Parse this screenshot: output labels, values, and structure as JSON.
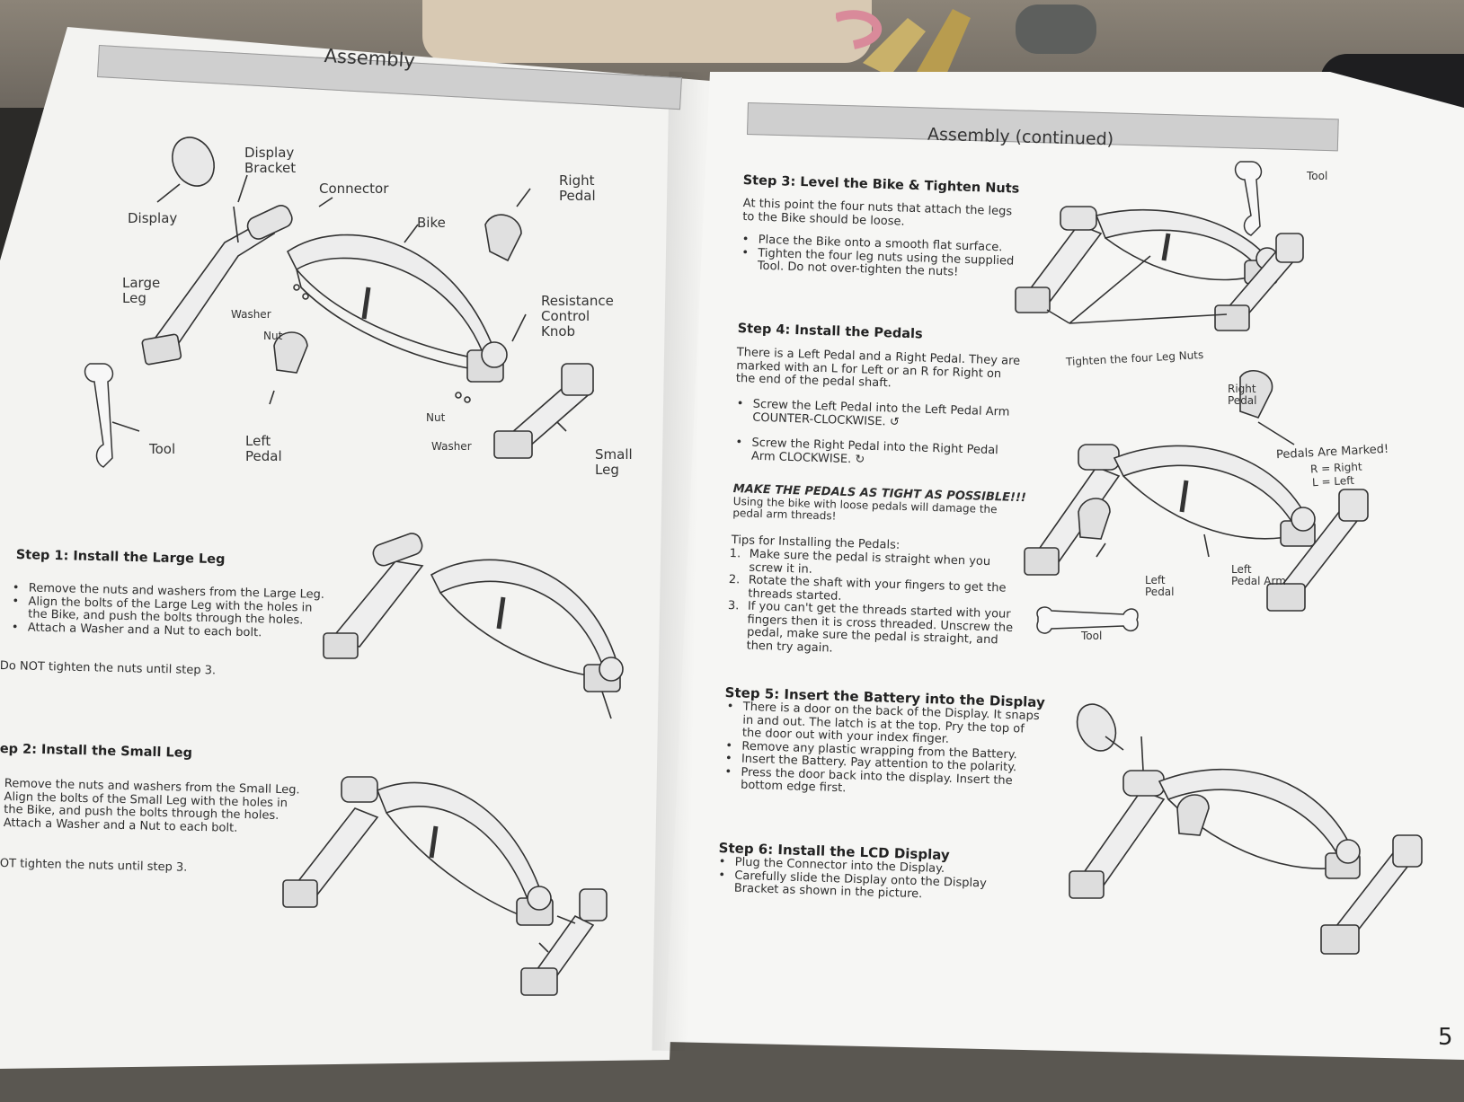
{
  "left_page": {
    "header": "Assembly",
    "diagram_labels": {
      "display": "Display",
      "display_bracket": "Display\nBracket",
      "connector": "Connector",
      "right_pedal": "Right\nPedal",
      "bike": "Bike",
      "large_leg": "Large\nLeg",
      "washer_1": "Washer",
      "nut_1": "Nut",
      "resistance_knob": "Resistance\nControl\nKnob",
      "nut_2": "Nut",
      "washer_2": "Washer",
      "small_leg": "Small\nLeg",
      "tool": "Tool",
      "left_pedal": "Left\nPedal"
    },
    "step1": {
      "title": "Step 1: Install the Large Leg",
      "bullets": [
        "Remove the nuts and washers from the Large Leg.",
        "Align the bolts of the Large Leg with the holes in the Bike, and push the bolts through the holes.",
        "Attach a Washer and a Nut to each bolt."
      ],
      "note": "Do NOT tighten the nuts until step 3."
    },
    "step2": {
      "title": "ep 2: Install the Small Leg",
      "lines": [
        "Remove the nuts and washers from the Small Leg.",
        "Align the bolts of the Small Leg with the holes in",
        "the Bike, and push the bolts through the holes.",
        "Attach a Washer and a Nut to each bolt."
      ],
      "note": "OT tighten the nuts until step 3."
    }
  },
  "right_page": {
    "header": "Assembly (continued)",
    "page_number": "5",
    "step3": {
      "title": "Step 3: Level the Bike & Tighten Nuts",
      "intro": "At this point the four nuts that attach the legs to the Bike should be loose.",
      "bullets": [
        "Place the Bike onto a smooth flat surface.",
        "Tighten the four leg nuts using the supplied Tool. Do not over-tighten the nuts!"
      ],
      "tool_label": "Tool",
      "legnuts_label": "Tighten the four Leg Nuts"
    },
    "step4": {
      "title": "Step 4: Install the Pedals",
      "intro": "There is a Left Pedal and a Right Pedal. They are marked with an L for Left or an R for Right on the end of the pedal shaft.",
      "bullets": [
        "Screw the Left Pedal into the Left Pedal Arm COUNTER-CLOCKWISE.",
        "Screw the Right Pedal into the Right Pedal Arm CLOCKWISE."
      ],
      "warning_title": "MAKE THE PEDALS AS TIGHT AS POSSIBLE!!!",
      "warning_text": "Using the bike with loose pedals will damage the pedal arm threads!",
      "tips_title": "Tips for Installing the Pedals:",
      "tips": [
        "Make sure the pedal is straight when you screw it in.",
        "Rotate the shaft with your fingers to get the threads started.",
        "If you can't get the threads started with your fingers then it is cross threaded. Unscrew the pedal, make sure the pedal is straight, and then try again."
      ],
      "labels": {
        "right_pedal": "Right\nPedal",
        "pedals_marked": "Pedals Are Marked!",
        "r_right": "R = Right",
        "l_left": "L = Left",
        "left_pedal": "Left\nPedal",
        "left_pedal_arm": "Left\nPedal Arm",
        "tool": "Tool"
      }
    },
    "step5": {
      "title": "Step 5: Insert the Battery into the Display",
      "bullets": [
        "There is a door on the back of the Display. It snaps in and out. The latch is at the top. Pry the top of the door out with your index finger.",
        "Remove any plastic wrapping from the Battery.",
        "Insert the Battery. Pay attention to the polarity.",
        "Press the door back into the display. Insert the bottom edge first."
      ]
    },
    "step6": {
      "title": "Step 6: Install the LCD Display",
      "bullets": [
        "Plug the Connector into the Display.",
        "Carefully slide the Display onto the Display Bracket as shown in the picture."
      ]
    }
  }
}
